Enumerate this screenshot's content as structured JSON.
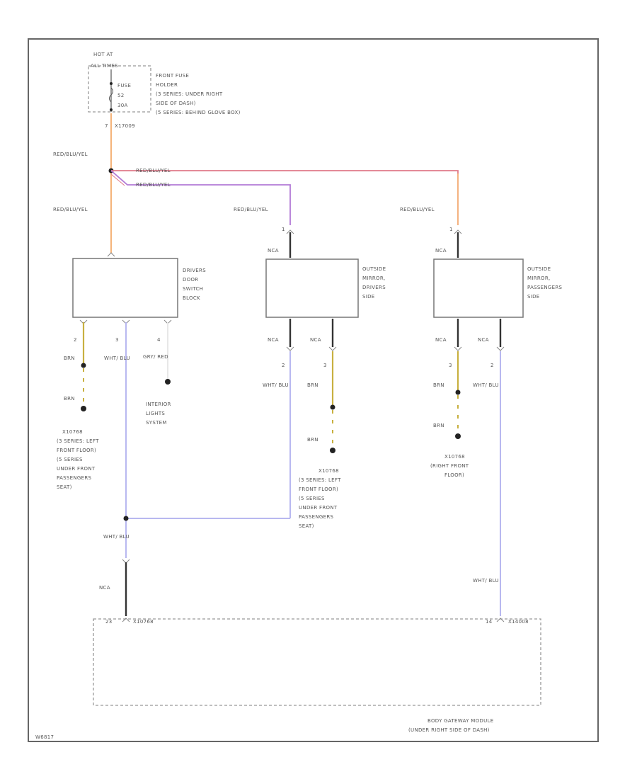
{
  "colors": {
    "red_blu_yel": "#f5b57c",
    "red_blu_yel_pink": "#e07a8a",
    "violet": "#b27ad6",
    "brn": "#c8b040",
    "wht_blu": "#b8b8f0",
    "nca": "#333333"
  },
  "fuse": {
    "hot_at": "HOT AT",
    "all_times": "ALL TIMES",
    "fuse_word": "FUSE",
    "fuse_num": "52",
    "amp": "30A",
    "desc_lines": [
      "FRONT FUSE",
      "HOLDER",
      "(3 SERIES: UNDER RIGHT",
      "SIDE OF DASH)",
      "(5 SERIES: BEHIND GLOVE BOX)"
    ],
    "connector_pin": "7",
    "connector_id": "X17009"
  },
  "wires": {
    "red_blu_yel": "RED/BLU/YEL",
    "brn": "BRN",
    "wht_blu": "WHT/ BLU",
    "gry_red": "GRY/ RED",
    "nca": "NCA"
  },
  "components": {
    "door_switch": [
      "DRIVERS",
      "DOOR",
      "SWITCH",
      "BLOCK"
    ],
    "mirror_driver": [
      "OUTSIDE",
      "MIRROR,",
      "DRIVERS",
      "SIDE"
    ],
    "mirror_passenger": [
      "OUTSIDE",
      "MIRROR,",
      "PASSENGERS",
      "SIDE"
    ],
    "interior_lights": [
      "INTERIOR",
      "LIGHTS",
      "SYSTEM"
    ],
    "body_module": [
      "BODY GATEWAY MODULE",
      "(UNDER RIGHT SIDE OF DASH)"
    ]
  },
  "pins": {
    "door_brn": "2",
    "door_wht": "3",
    "door_gry": "4",
    "mirror_top": "1",
    "mirror_d_left": "2",
    "mirror_d_right": "3",
    "mirror_p_left": "3",
    "mirror_p_right": "2",
    "module_left": "23",
    "module_left_conn": "X10768",
    "module_right": "14",
    "module_right_conn": "X14008"
  },
  "grounds": {
    "left": [
      "X10768",
      "(3 SERIES: LEFT",
      "FRONT FLOOR)",
      "(5 SERIES",
      "UNDER FRONT",
      "PASSENGERS",
      "SEAT)"
    ],
    "middle": [
      "X10768",
      "(3 SERIES: LEFT",
      "FRONT FLOOR)",
      "(5 SERIES",
      "UNDER FRONT",
      "PASSENGERS",
      "SEAT)"
    ],
    "right": [
      "X10768",
      "(RIGHT FRONT",
      "FLOOR)"
    ]
  },
  "footer_code": "W6817"
}
